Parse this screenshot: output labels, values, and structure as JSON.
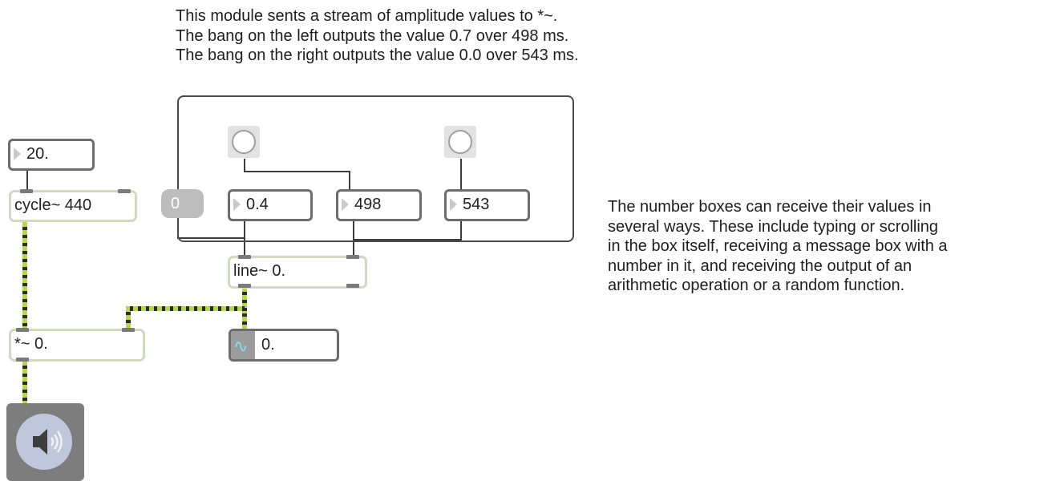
{
  "comments": {
    "top": [
      "This module sents a stream of amplitude values to *~.",
      "The bang on the left outputs the value 0.7 over 498 ms.",
      "The bang on the right outputs the value 0.0 over 543 ms."
    ],
    "right": [
      "The number boxes can receive their values in",
      "several ways.  These include typing or scrolling",
      "in the box itself, receiving a message box with a",
      "number in it, and receiving the output of an",
      "arithmetic operation or a random function."
    ]
  },
  "objects": {
    "frequency_number": "20.",
    "cycle": "cycle~ 440",
    "message_zero": "0",
    "number_target": "0.4",
    "number_time_left": "498",
    "number_time_right": "543",
    "line": "line~ 0.",
    "multiply": "*~ 0.",
    "signal_number": "0."
  },
  "icons": {
    "bang_left": "bang-icon",
    "bang_right": "bang-icon",
    "dac": "speaker-icon",
    "signal_wave": "wave-icon"
  },
  "colors": {
    "signal_patch_cord": "#b8d64b",
    "control_patch_cord": "#3d3d3d",
    "object_border": "#d2d9c1",
    "number_border": "#6d6d6d"
  }
}
